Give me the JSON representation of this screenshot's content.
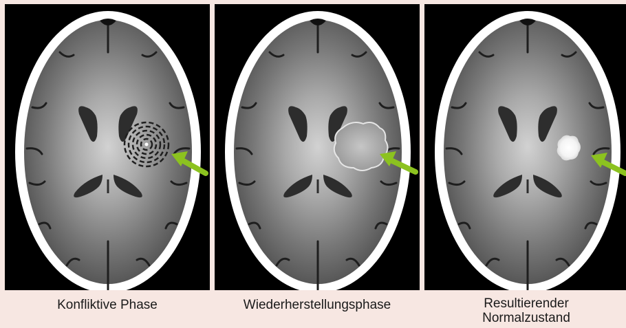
{
  "panels": [
    {
      "caption": "Konfliktive Phase",
      "lesion": "concentric-rings"
    },
    {
      "caption": "Wiederherstellungsphase",
      "lesion": "edematous-blob"
    },
    {
      "caption": "Resultierender Normalzustand",
      "lesion": "white-scar"
    }
  ],
  "colors": {
    "background": "#f7e7e2",
    "arrow": "#8cc21f",
    "brain_light": "#cfcfcf",
    "brain_dark": "#4f4f4f",
    "skull": "#ffffff",
    "ventricle": "#2d2d2d"
  },
  "icons": {
    "pointer": "arrow-icon"
  }
}
